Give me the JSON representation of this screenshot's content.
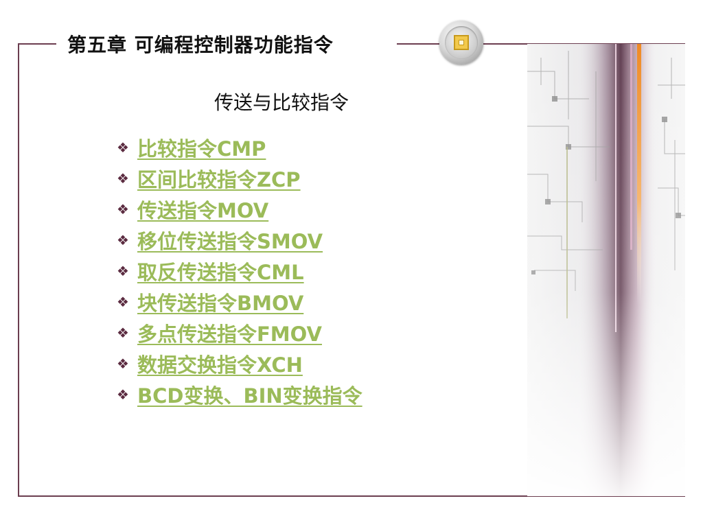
{
  "header": {
    "chapter_title": "第五章  可编程控制器功能指令"
  },
  "section": {
    "heading": "传送与比较指令"
  },
  "bullet_glyph": "❖",
  "menu": {
    "items": [
      {
        "label": "比较指令CMP"
      },
      {
        "label": "区间比较指令ZCP"
      },
      {
        "label": "传送指令MOV"
      },
      {
        "label": "移位传送指令SMOV"
      },
      {
        "label": "取反传送指令CML"
      },
      {
        "label": "块传送指令BMOV"
      },
      {
        "label": "多点传送指令FMOV"
      },
      {
        "label": "数据交换指令XCH"
      },
      {
        "label": "BCD变换、BIN变换指令"
      }
    ]
  },
  "colors": {
    "frame": "#6b3d4f",
    "link": "#9bbb59",
    "bullet": "#5b2b40"
  }
}
